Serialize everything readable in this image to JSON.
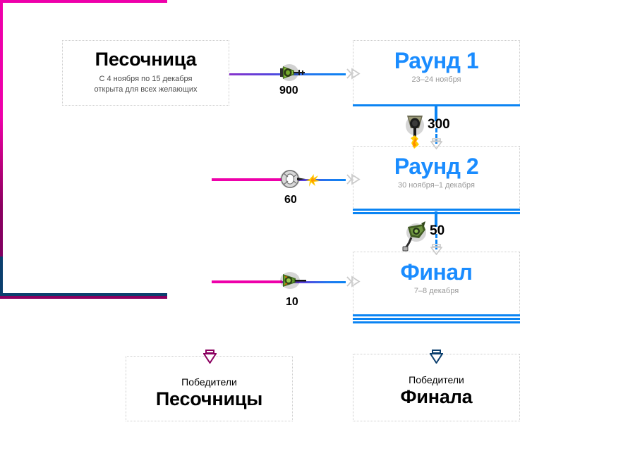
{
  "diagram": {
    "title": "Tournament bracket",
    "colors": {
      "magenta": "#ee00aa",
      "dark_magenta": "#8b0060",
      "blue": "#0b84f3",
      "navy": "#0b3f6e",
      "purple": "#8833cc",
      "grey_text": "#999999",
      "box_border": "#cccccc"
    }
  },
  "nodes": {
    "sandbox": {
      "title": "Песочница",
      "sub_line1": "С 4 ноября по 15 декабря",
      "sub_line2": "открыта для всех желающих"
    },
    "round1": {
      "title": "Раунд 1",
      "dates": "23–24 ноября"
    },
    "round2": {
      "title": "Раунд 2",
      "dates": "30 ноября–1 декабря"
    },
    "final": {
      "title": "Финал",
      "dates": "7–8 декабря"
    },
    "winners_sandbox": {
      "small": "Победители",
      "big": "Песочницы"
    },
    "winners_final": {
      "small": "Победители",
      "big": "Финала"
    }
  },
  "connectors": [
    {
      "id": "sandbox-to-round1",
      "label": "900",
      "icon": "green-ship-icon",
      "direction": "right"
    },
    {
      "id": "sandbox-to-round2",
      "label": "60",
      "icon": "white-ship-burst-icon",
      "direction": "right"
    },
    {
      "id": "sandbox-to-final",
      "label": "10",
      "icon": "green-ship-small-icon",
      "direction": "right"
    },
    {
      "id": "round1-to-round2",
      "label": "300",
      "icon": "ship-thruster-icon",
      "direction": "down"
    },
    {
      "id": "round2-to-final",
      "label": "50",
      "icon": "green-fighter-icon",
      "direction": "down"
    }
  ]
}
